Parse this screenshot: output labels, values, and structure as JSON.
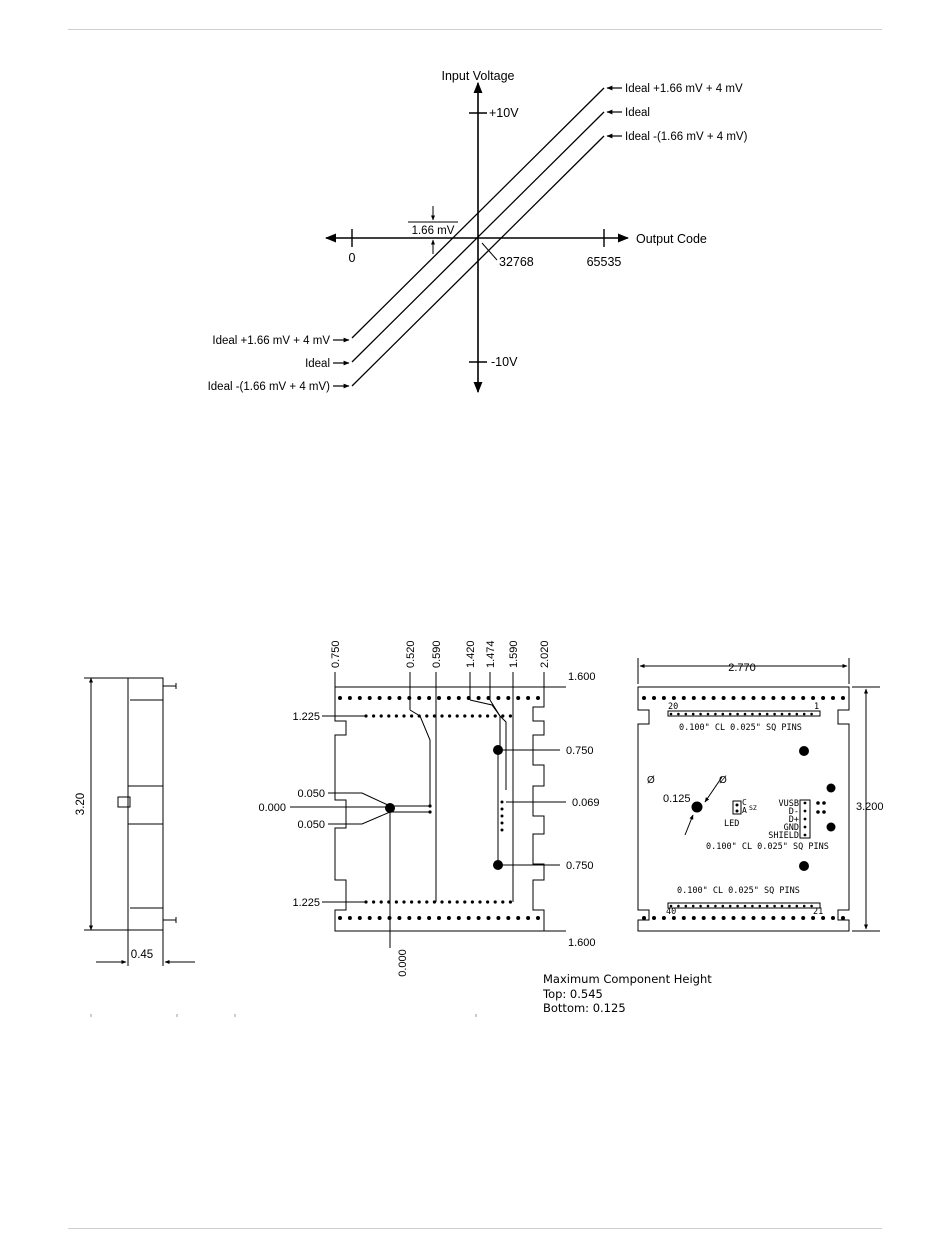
{
  "transfer_diagram": {
    "y_axis_label": "Input Voltage",
    "y_top": "+10V",
    "y_bottom": "-10V",
    "x_axis_label": "Output Code",
    "x_left": "0",
    "x_mid": "32768",
    "x_right": "65535",
    "step_label": "1.66 mV",
    "line_labels": [
      "Ideal +1.66 mV + 4 mV",
      "Ideal",
      "Ideal -(1.66 mV + 4 mV)"
    ],
    "line_labels_right": [
      "Ideal +1.66 mV + 4 mV",
      "Ideal",
      "Ideal -(1.66 mV + 4 mV)"
    ]
  },
  "side_view": {
    "height": "3.20",
    "depth": "0.45"
  },
  "board_dims": {
    "top_ticks": [
      "0.750",
      "0.520",
      "0.590",
      "1.420",
      "1.474",
      "1.590",
      "2.020"
    ],
    "top_right": "1.600",
    "bottom_right": "1.600",
    "left_upper": "1.225",
    "left_lower": "1.225",
    "left_a": "0.050",
    "left_zero": "0.000",
    "left_b": "0.050",
    "bottom_zero": "0.000",
    "right_a": "0.750",
    "right_b": "0.069",
    "right_c": "0.750"
  },
  "top_view": {
    "width": "2.770",
    "height": "3.200",
    "hole_dia": "0.125",
    "dia_symbol": "Ø",
    "header_note": "0.100\" CL 0.025\" SQ PINS",
    "pin_top_left": "20",
    "pin_top_right": "1",
    "pin_bottom_left": "40",
    "pin_bottom_right": "21",
    "led_label": "LED",
    "led_c": "C",
    "led_a": "A",
    "led_ref": "SZ",
    "usb_pins": [
      "VUSB",
      "D-",
      "D+",
      "GND",
      "SHIELD"
    ]
  },
  "component_height": {
    "title": "Maximum Component Height",
    "top": "Top: 0.545",
    "bottom": "Bottom: 0.125"
  }
}
